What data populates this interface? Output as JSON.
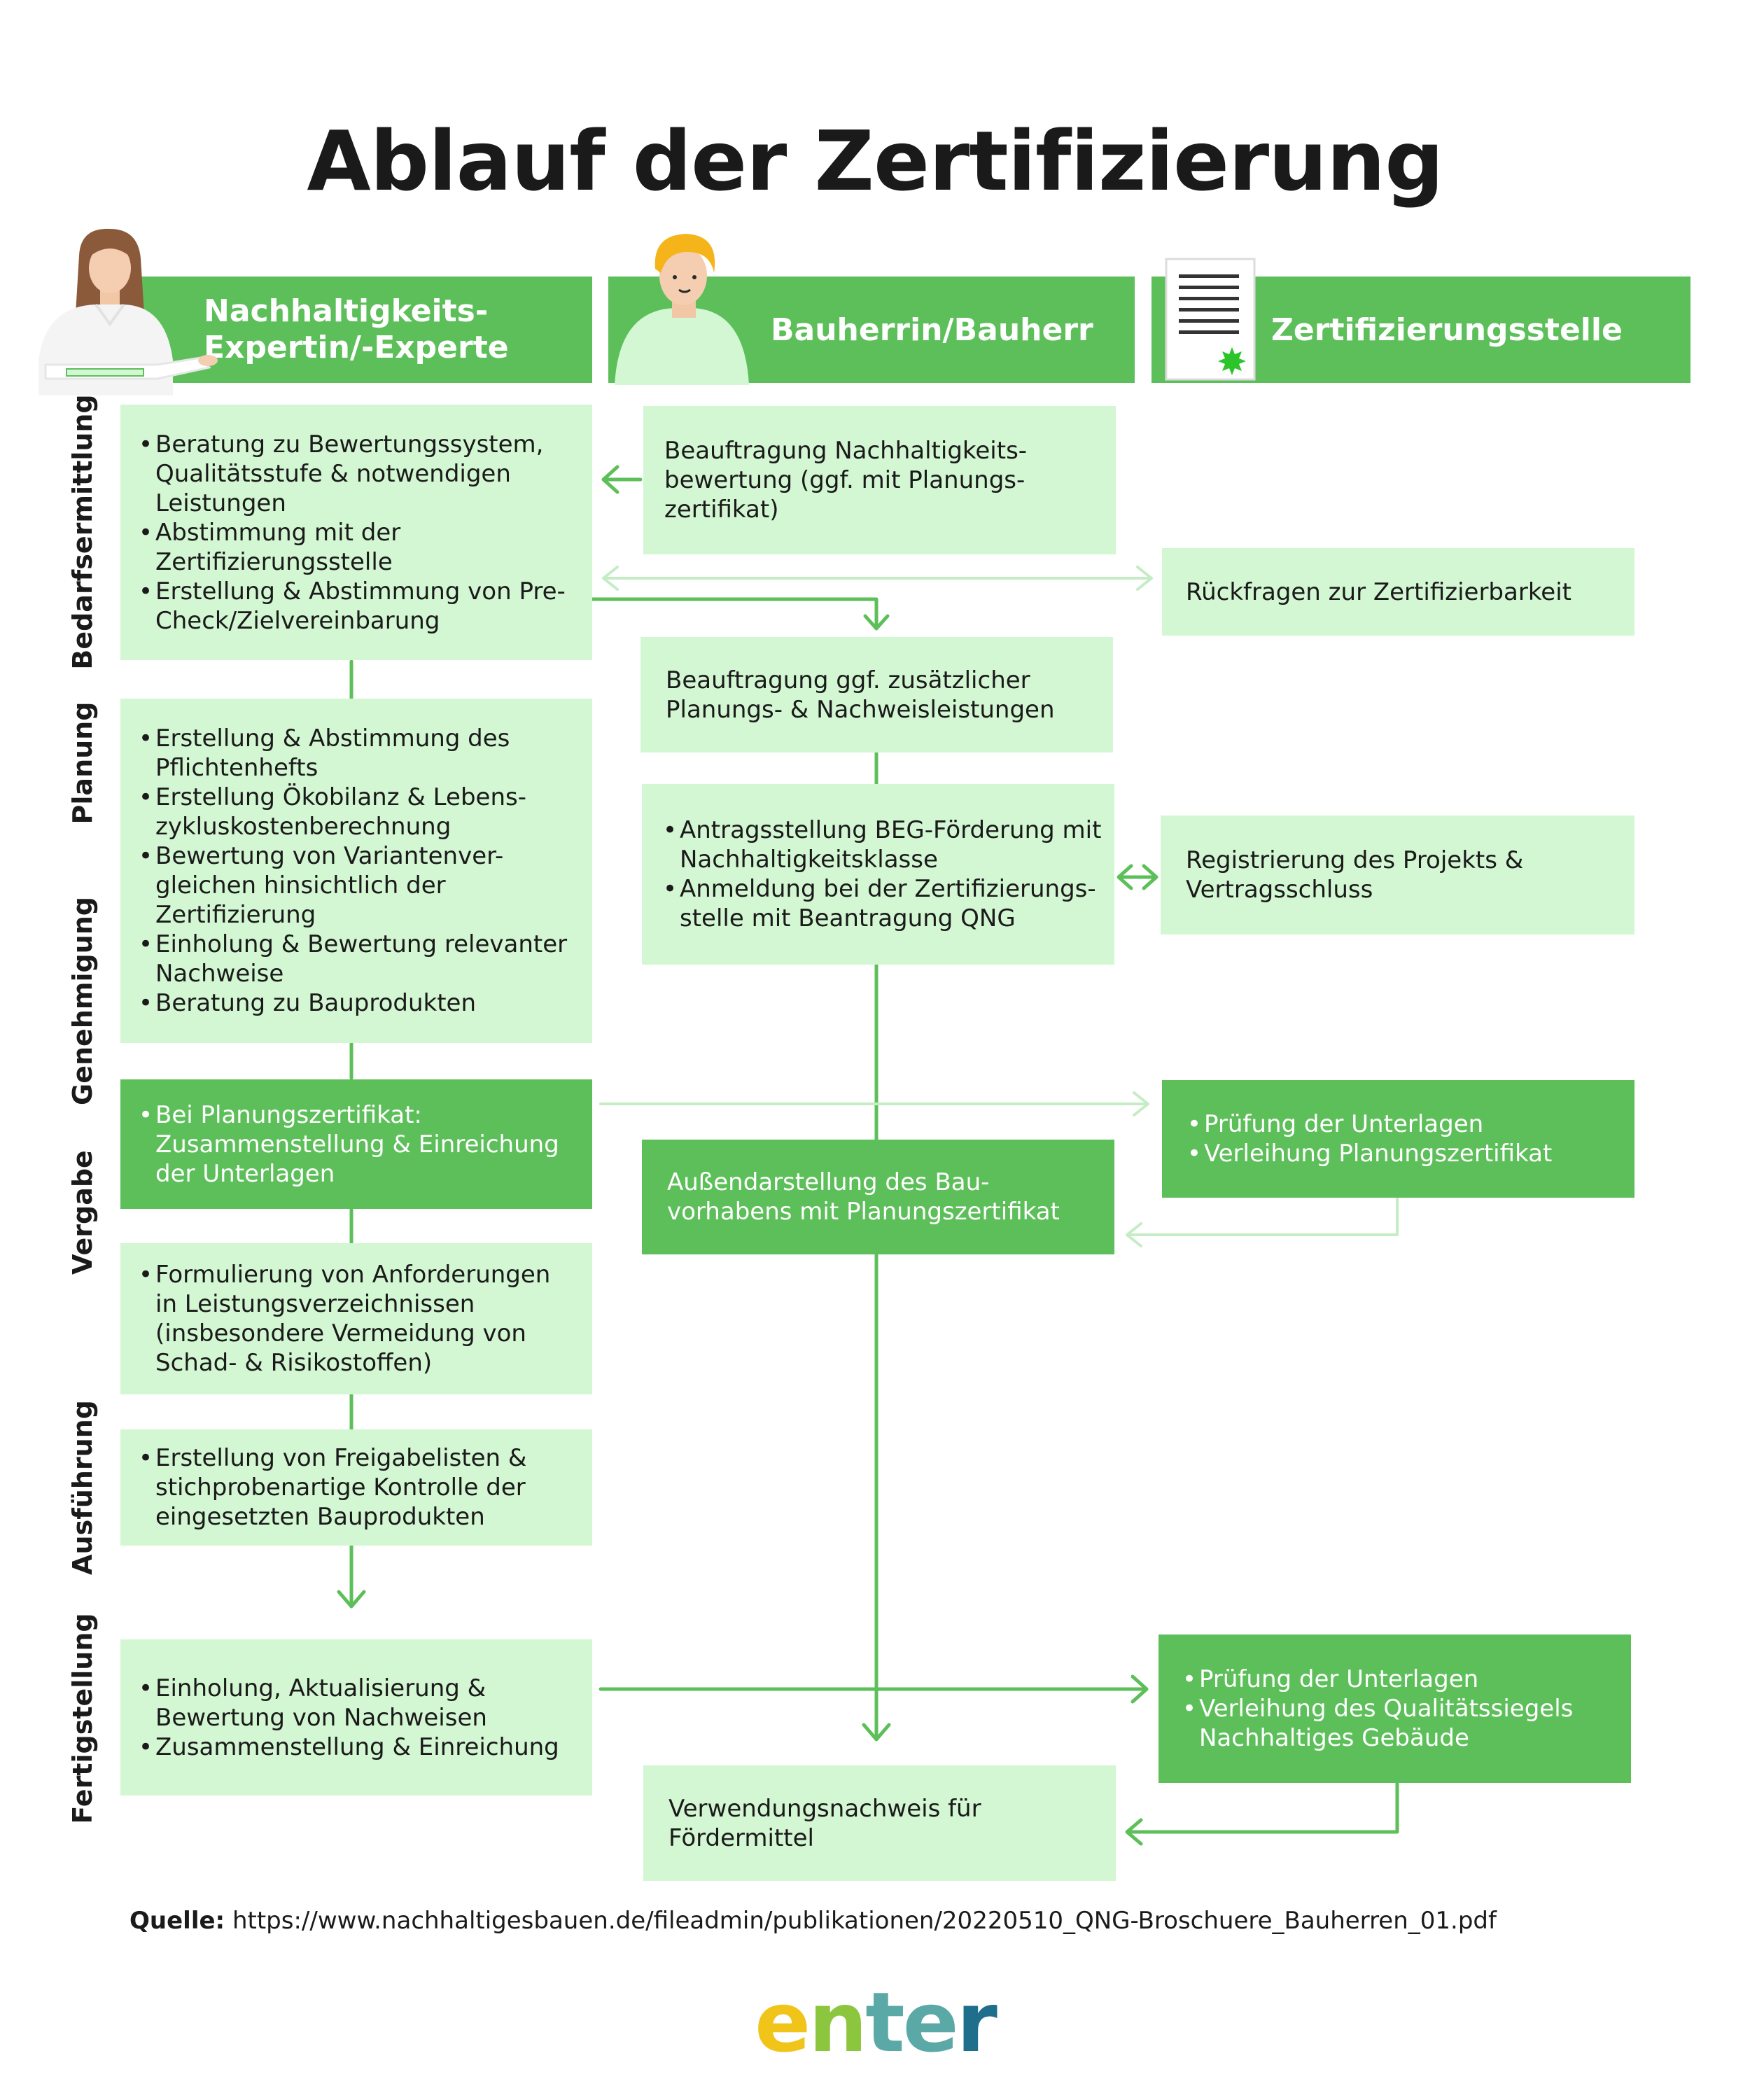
{
  "title": "Ablauf der Zertifizierung",
  "headers": {
    "expert_line1": "Nachhaltigkeits-",
    "expert_line2": "Expertin/-Experte",
    "owner": "Bauherrin/Bauherr",
    "certifier": "Zertifizierungsstelle"
  },
  "phases": [
    "Bedarfsermittlung",
    "Planung",
    "Genehmigung",
    "Vergabe",
    "Ausführung",
    "Fertigstellung"
  ],
  "expert_boxes": {
    "b1": [
      "Beratung zu Bewertungssystem, Qualitätsstufe & notwendigen Leistungen",
      "Abstimmung mit der Zertifizierungsstelle",
      "Erstellung & Abstimmung von Pre-Check/Zielvereinbarung"
    ],
    "b2": [
      "Erstellung & Abstimmung des Pflichtenhefts",
      "Erstellung Ökobilanz & Lebens-zykluskostenberechnung",
      "Bewertung von Variantenver-gleichen hinsichtlich der Zertifizierung",
      "Einholung & Bewertung relevanter Nachweise",
      "Beratung zu Bauprodukten"
    ],
    "b3": [
      "Bei Planungszertifikat: Zusammenstellung & Einreichung der Unterlagen"
    ],
    "b4": [
      "Formulierung von Anforderungen in Leistungsverzeichnissen (insbesondere Vermeidung von Schad- & Risikostoffen)"
    ],
    "b5": [
      "Erstellung von Freigabelisten & stichprobenartige Kontrolle der eingesetzten Bauprodukten"
    ],
    "b6": [
      "Einholung, Aktualisierung & Bewertung von Nachweisen",
      "Zusammenstellung & Einreichung"
    ]
  },
  "owner_boxes": {
    "o1": "Beauftragung Nachhaltigkeits-bewertung (ggf. mit Planungs-zertifikat)",
    "o2": "Beauftragung ggf. zusätzlicher Planungs- & Nachweisleistungen",
    "o3": [
      "Antragsstellung BEG-Förderung mit Nachhaltigkeitsklasse",
      "Anmeldung bei der Zertifizierungs-stelle mit Beantragung QNG"
    ],
    "o4": "Außendarstellung des Bau-vorhabens mit Planungszertifikat",
    "o5": "Verwendungsnachweis für Fördermittel"
  },
  "cert_boxes": {
    "c1": "Rückfragen zur Zertifizierbarkeit",
    "c2": "Registrierung des Projekts & Vertragsschluss",
    "c3": [
      "Prüfung der Unterlagen",
      "Verleihung Planungszertifikat"
    ],
    "c4": [
      "Prüfung der Unterlagen",
      "Verleihung des Qualitätssiegels Nachhaltiges Gebäude"
    ]
  },
  "source": {
    "label": "Quelle:",
    "url": "https://www.nachhaltigesbauen.de/fileadmin/publikationen/20220510_QNG-Broschuere_Bauherren_01.pdf"
  },
  "logo": "enter",
  "colors": {
    "green": "#5dbf5a",
    "light_green": "#d3f6d3",
    "pale_arrow": "#c5ecc5",
    "logo_gradient": [
      "#f0c419",
      "#8cc63f",
      "#5aa9a6",
      "#1f6e8c"
    ]
  },
  "icons": [
    "expert-avatar-icon",
    "owner-avatar-icon",
    "certificate-document-icon"
  ]
}
